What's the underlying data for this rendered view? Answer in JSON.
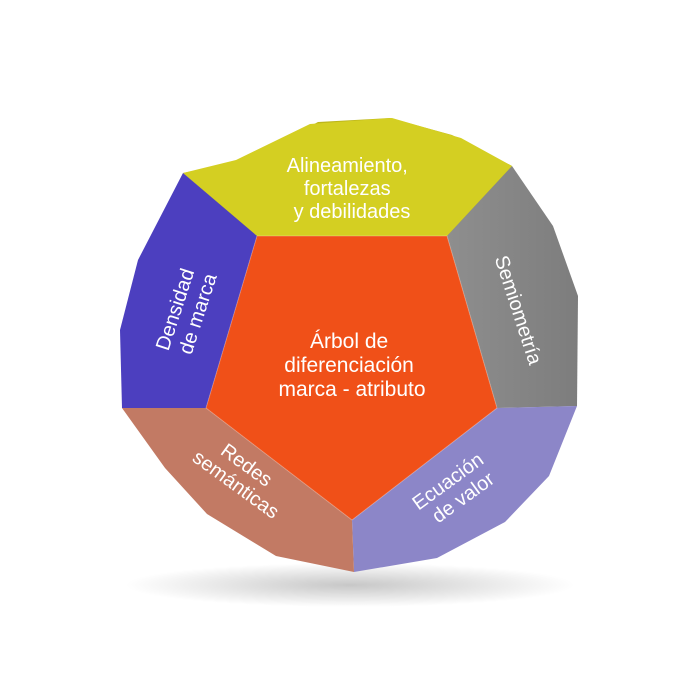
{
  "diagram": {
    "center": {
      "lines": [
        "Árbol de",
        "diferenciación",
        "marca - atributo"
      ],
      "color": "#F05018"
    },
    "faces": {
      "top": {
        "lines": [
          "Alineamiento,",
          "fortalezas",
          "y debilidades"
        ],
        "color": "#D4CF22"
      },
      "right": {
        "lines": [
          "Semiometría"
        ],
        "color": "#8E8E8E"
      },
      "bottom_right": {
        "lines": [
          "Ecuación",
          "de valor"
        ],
        "color": "#8C86C8"
      },
      "bottom_left": {
        "lines": [
          "Redes",
          "semánticas"
        ],
        "color": "#C27A64"
      },
      "left": {
        "lines": [
          "Densidad",
          "de marca"
        ],
        "color": "#4C3FBF"
      }
    }
  }
}
